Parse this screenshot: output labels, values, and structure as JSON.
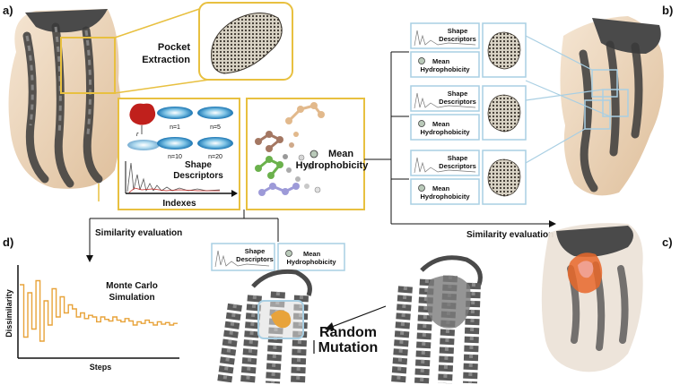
{
  "panel_labels": {
    "a": "a)",
    "b": "b)",
    "c": "c)",
    "d": "d)"
  },
  "pocket_extraction": {
    "line1": "Pocket",
    "line2": "Extraction"
  },
  "shape_descriptors": {
    "line1": "Shape",
    "line2": "Descriptors",
    "n_labels": [
      "n=1",
      "n=5",
      "n=10",
      "n=20"
    ],
    "r_label": "r",
    "axis_label": "Indexes"
  },
  "mean_hydrophobicity": {
    "line1": "Mean",
    "line2": "Hydrophobicity"
  },
  "descriptor_card": {
    "shape_line1": "Shape",
    "shape_line2": "Descriptors",
    "hydro_line1": "Mean",
    "hydro_line2": "Hydrophobicity"
  },
  "similarity_left": "Similarity evaluation",
  "similarity_right": "Similarity evaluation",
  "monte_carlo": {
    "line1": "Monte Carlo",
    "line2": "Simulation"
  },
  "plot": {
    "ylabel": "Dissimilarity",
    "xlabel": "Steps"
  },
  "random_mutation": {
    "line1": "Random",
    "line2": "Mutation"
  },
  "colors": {
    "gold": "#e8c040",
    "blue": "#a9cfe3",
    "orange": "#e8a33a",
    "protein_dark": "#3f3f3f",
    "surface": "#e9cfb0"
  }
}
